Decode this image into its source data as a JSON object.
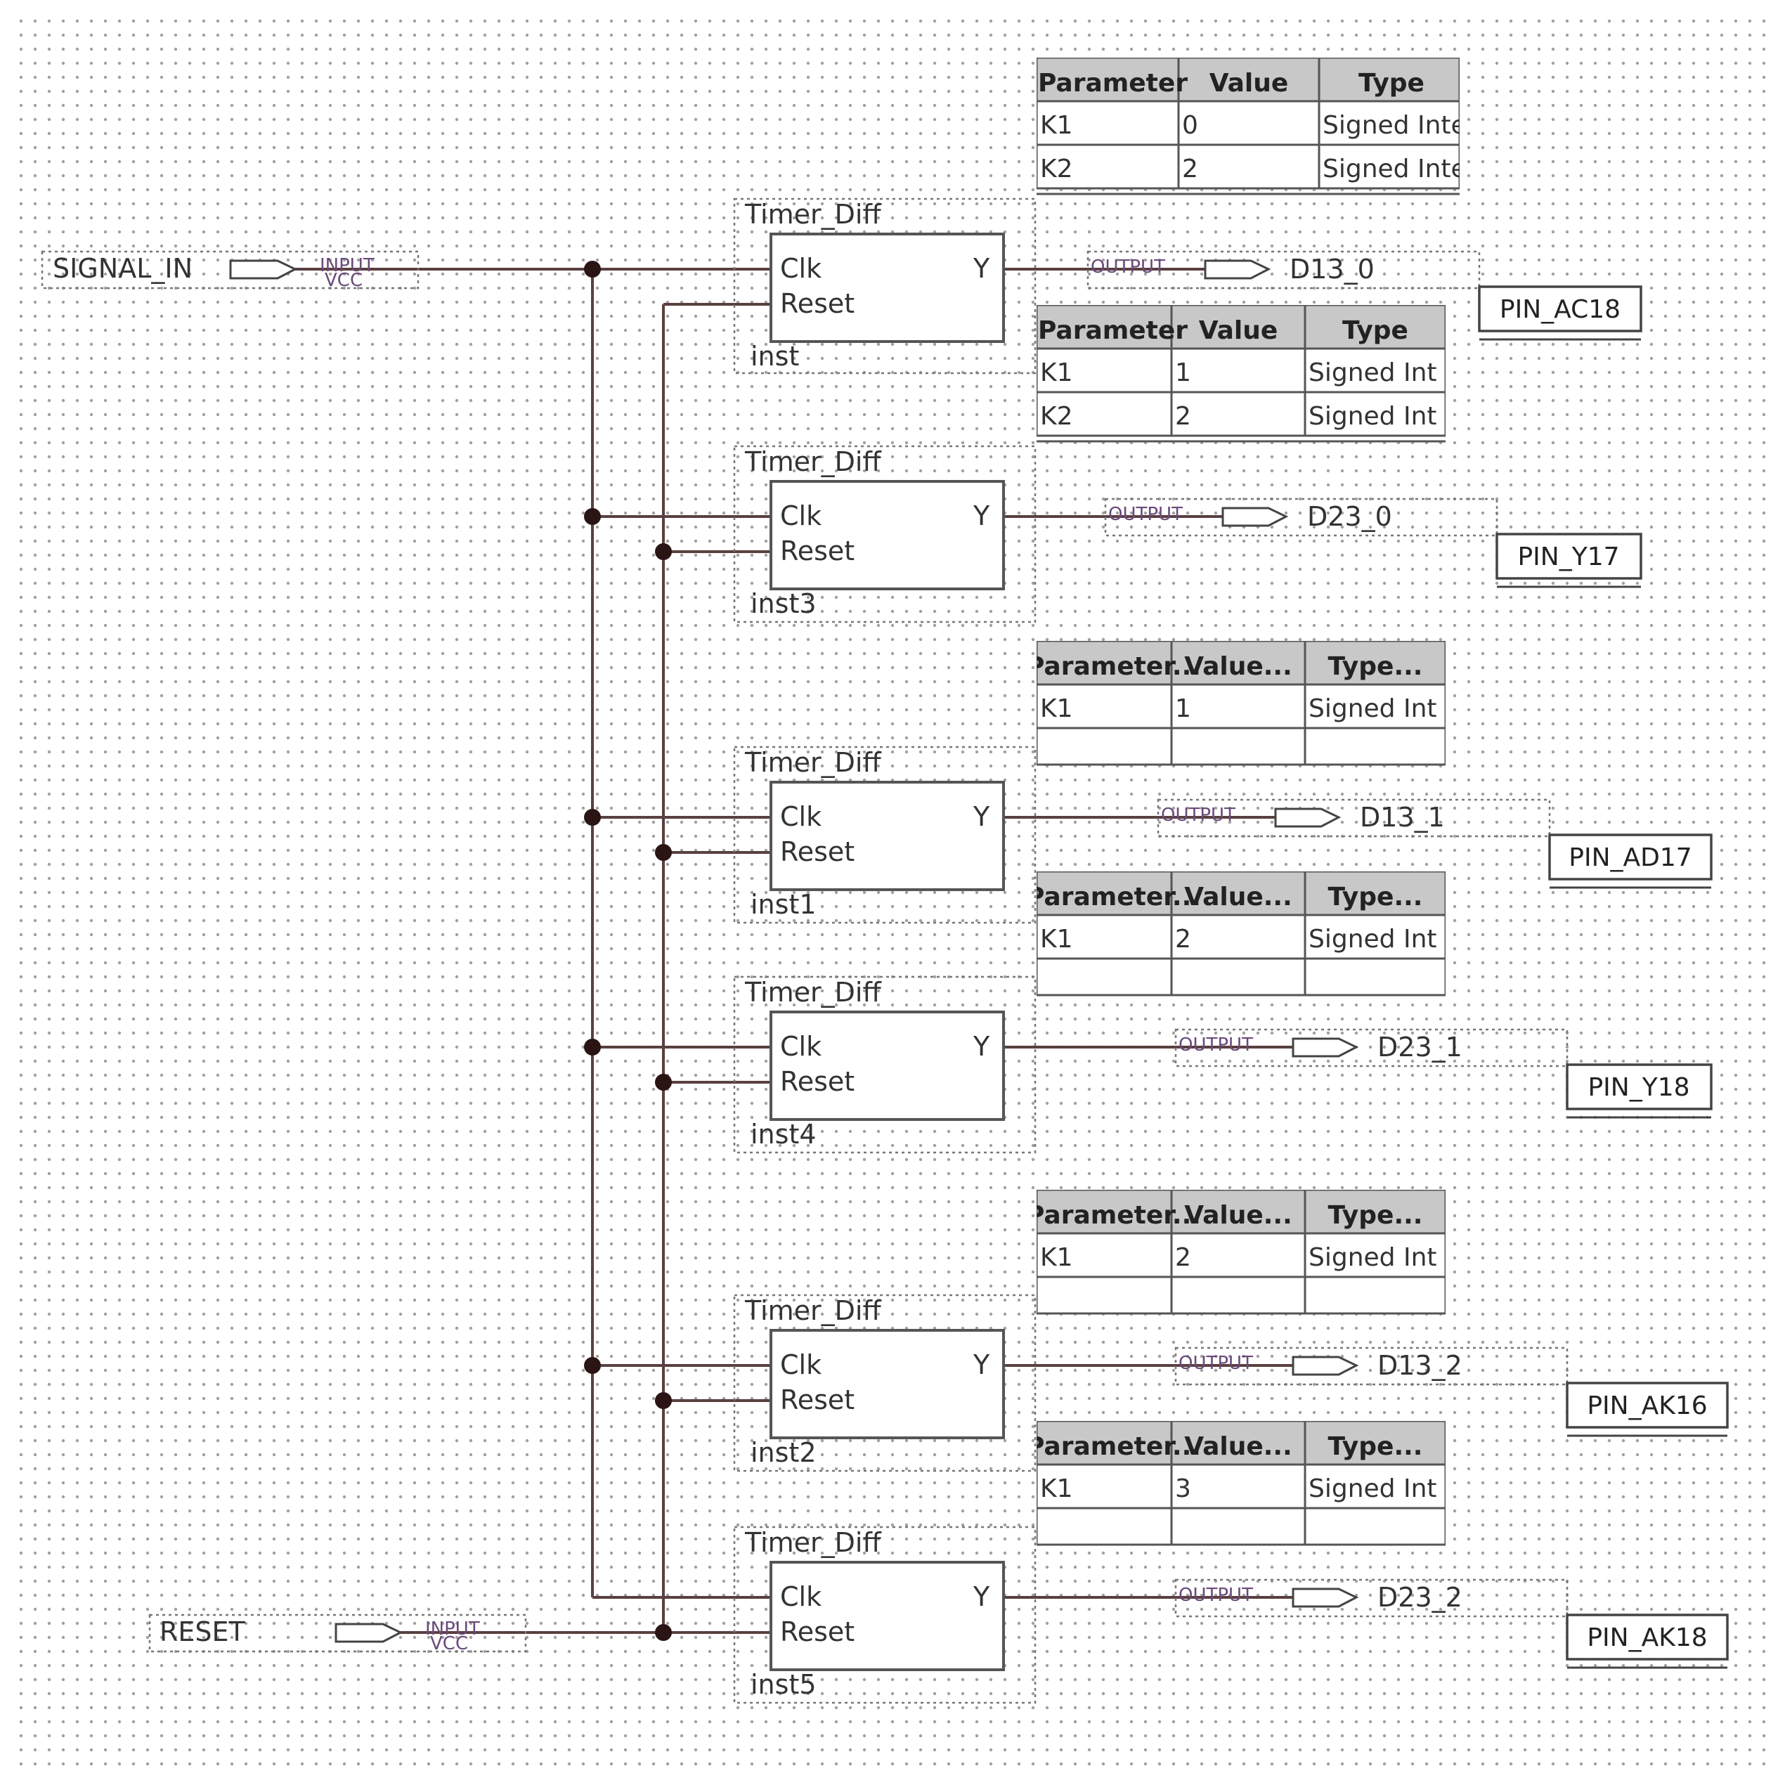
{
  "colors": {
    "background": "#ffffff",
    "grid_dot": "#9a9a9a",
    "wire": "#5a4040",
    "junction": "#2a1414",
    "block_border": "#555555",
    "param_header_bg": "#c8c8c8",
    "text": "#333333",
    "pin_tag_text": "#6a4a7a"
  },
  "inputs": [
    {
      "name": "SIGNAL_IN",
      "tag_top": "INPUT",
      "tag_bottom": "VCC"
    },
    {
      "name": "RESET",
      "tag_top": "INPUT",
      "tag_bottom": "VCC"
    }
  ],
  "blocks": [
    {
      "title": "Timer_Diff",
      "ports_in": [
        "Clk",
        "Reset"
      ],
      "port_out": "Y",
      "instance": "inst",
      "output": {
        "tag": "OUTPUT",
        "name": "D13_0",
        "pin": "PIN_AC18"
      },
      "params": {
        "headers": [
          "Parameter",
          "Value",
          "Type"
        ],
        "rows": [
          [
            "K1",
            "0",
            "Signed Inte"
          ],
          [
            "K2",
            "2",
            "Signed Inte"
          ]
        ]
      }
    },
    {
      "title": "Timer_Diff",
      "ports_in": [
        "Clk",
        "Reset"
      ],
      "port_out": "Y",
      "instance": "inst3",
      "output": {
        "tag": "OUTPUT",
        "name": "D23_0",
        "pin": "PIN_Y17"
      },
      "params": {
        "headers": [
          "Parameter",
          "Value",
          "Type"
        ],
        "rows": [
          [
            "K1",
            "1",
            "Signed Int"
          ],
          [
            "K2",
            "2",
            "Signed Int"
          ]
        ]
      }
    },
    {
      "title": "Timer_Diff",
      "ports_in": [
        "Clk",
        "Reset"
      ],
      "port_out": "Y",
      "instance": "inst1",
      "output": {
        "tag": "OUTPUT",
        "name": "D13_1",
        "pin": "PIN_AD17"
      },
      "params": {
        "headers": [
          "Parameter...",
          "Value...",
          "Type..."
        ],
        "rows": [
          [
            "K1",
            "1",
            "Signed Int"
          ],
          [
            "",
            "",
            ""
          ]
        ]
      }
    },
    {
      "title": "Timer_Diff",
      "ports_in": [
        "Clk",
        "Reset"
      ],
      "port_out": "Y",
      "instance": "inst4",
      "output": {
        "tag": "OUTPUT",
        "name": "D23_1",
        "pin": "PIN_Y18"
      },
      "params": {
        "headers": [
          "Parameter...",
          "Value...",
          "Type..."
        ],
        "rows": [
          [
            "K1",
            "2",
            "Signed Int"
          ],
          [
            "",
            "",
            ""
          ]
        ]
      }
    },
    {
      "title": "Timer_Diff",
      "ports_in": [
        "Clk",
        "Reset"
      ],
      "port_out": "Y",
      "instance": "inst2",
      "output": {
        "tag": "OUTPUT",
        "name": "D13_2",
        "pin": "PIN_AK16"
      },
      "params": {
        "headers": [
          "Parameter...",
          "Value...",
          "Type..."
        ],
        "rows": [
          [
            "K1",
            "2",
            "Signed Int"
          ],
          [
            "",
            "",
            ""
          ]
        ]
      }
    },
    {
      "title": "Timer_Diff",
      "ports_in": [
        "Clk",
        "Reset"
      ],
      "port_out": "Y",
      "instance": "inst5",
      "output": {
        "tag": "OUTPUT",
        "name": "D23_2",
        "pin": "PIN_AK18"
      },
      "params": {
        "headers": [
          "Parameter...",
          "Value...",
          "Type..."
        ],
        "rows": [
          [
            "K1",
            "3",
            "Signed Int"
          ],
          [
            "",
            "",
            ""
          ]
        ]
      }
    }
  ]
}
